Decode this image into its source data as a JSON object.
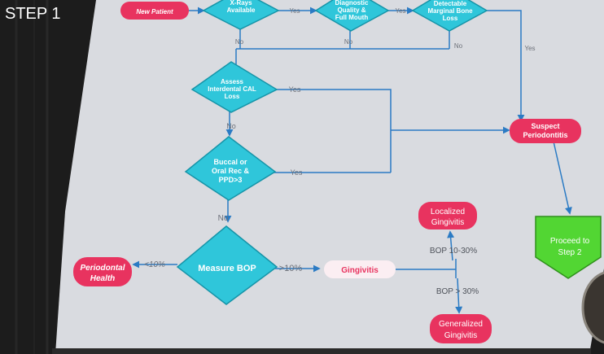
{
  "slide_title": "STEP 1",
  "colors": {
    "decision": "#2fc6da",
    "decision_stroke": "#1694a8",
    "terminal": "#e8335f",
    "result_pill": "#fbeef2",
    "result_text": "#e8335f",
    "proceed": "#52d633",
    "connector": "#2b7bc4",
    "board": "#d9dbe0"
  },
  "nodes": {
    "new_patient": "New Patient",
    "xrays_1": "X-Rays",
    "xrays_2": "Available",
    "diag_1": "Diagnostic",
    "diag_2": "Quality &",
    "diag_3": "Full Mouth",
    "bone_1": "Detectable",
    "bone_2": "Marginal Bone",
    "bone_3": "Loss",
    "cal_1": "Assess",
    "cal_2": "Interdental CAL",
    "cal_3": "Loss",
    "buccal_1": "Buccal or",
    "buccal_2": "Oral Rec &",
    "buccal_3": "PPD>3",
    "measure_bop": "Measure BOP",
    "suspect_1": "Suspect",
    "suspect_2": "Periodontitis",
    "proceed_1": "Proceed to",
    "proceed_2": "Step 2",
    "perio_health_1": "Periodontal",
    "perio_health_2": "Health",
    "gingivitis": "Gingivitis",
    "localized_1": "Localized",
    "localized_2": "Gingivitis",
    "generalized_1": "Generalized",
    "generalized_2": "Gingivitis"
  },
  "edges": {
    "yes": "Yes",
    "no": "No",
    "lt10": "<10%",
    "gt10": ">10%",
    "bop_10_30": "BOP 10-30%",
    "bop_gt30": "BOP > 30%"
  }
}
